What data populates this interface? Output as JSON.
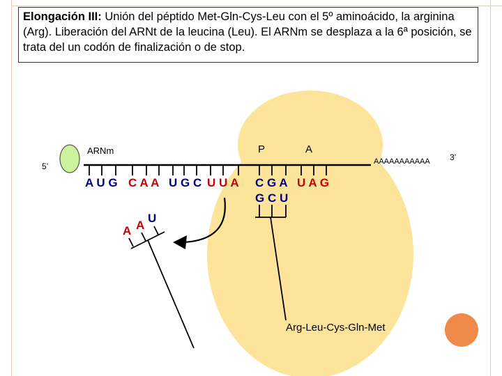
{
  "caption": {
    "heading": "Elongación III:",
    "text": " Unión del péptido Met-Gln-Cys-Leu con el 5º aminoácido, la arginina (Arg). Liberación del ARNt de la leucina (Leu). El ARNm se desplaza a la 6ª posición, se trata del un codón de finalización o de stop."
  },
  "diagram": {
    "mrna_label": "ARNm",
    "five_prime": "5’",
    "three_prime": "3’",
    "poly_a": "AAAAAAAAAAA",
    "site_p": "P",
    "site_a": "A",
    "codons": [
      {
        "text": "A U G",
        "color": "#000080"
      },
      {
        "text": "C A A",
        "color": "#cc0000"
      },
      {
        "text": "U G C",
        "color": "#000080"
      },
      {
        "text": "U U A",
        "color": "#cc0000"
      },
      {
        "text": "C G A",
        "color": "#000080"
      },
      {
        "text": "U A G",
        "color": "#cc0000"
      }
    ],
    "anticodon_bound": "G C U",
    "anticodon_released": [
      "A",
      "A",
      "U"
    ],
    "peptide": "Arg-Leu-Cys-Gln-Met",
    "colors": {
      "ribosome": "#fce49a",
      "cap": "#ccf29c",
      "button": "#f08a4a"
    }
  }
}
